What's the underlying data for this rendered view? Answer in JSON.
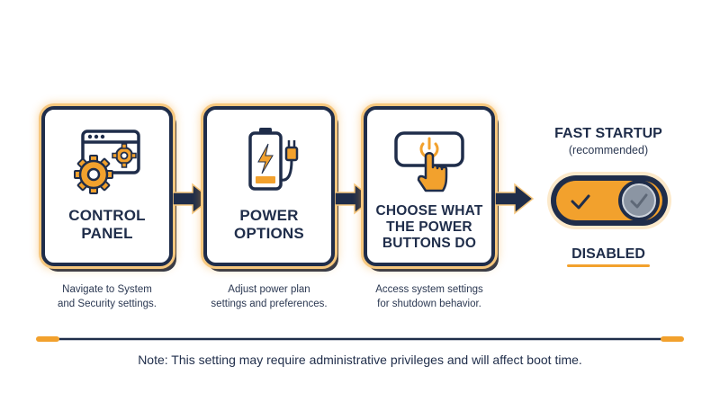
{
  "steps": [
    {
      "title_lines": [
        "CONTROL",
        "PANEL"
      ],
      "description_lines": [
        "Navigate to System",
        "and Security settings."
      ],
      "icon": "control-panel-gears-icon"
    },
    {
      "title_lines": [
        "POWER",
        "OPTIONS"
      ],
      "description_lines": [
        "Adjust power plan",
        "settings and preferences."
      ],
      "icon": "battery-plug-icon"
    },
    {
      "title_lines": [
        "CHOOSE WHAT",
        "THE POWER",
        "BUTTONS DO"
      ],
      "description_lines": [
        "Access system settings",
        "for shutdown behavior."
      ],
      "icon": "power-button-press-icon"
    }
  ],
  "fast_startup": {
    "title": "FAST STARTUP",
    "subtitle": "(recommended)",
    "status": "DISABLED",
    "toggle_state": "off"
  },
  "note": "Note: This setting may require administrative privileges and will affect boot time.",
  "colors": {
    "navy": "#1f2d4a",
    "orange": "#f2a12d",
    "orange_glow": "#f6c77e",
    "knob_gray": "#8b95a3"
  }
}
